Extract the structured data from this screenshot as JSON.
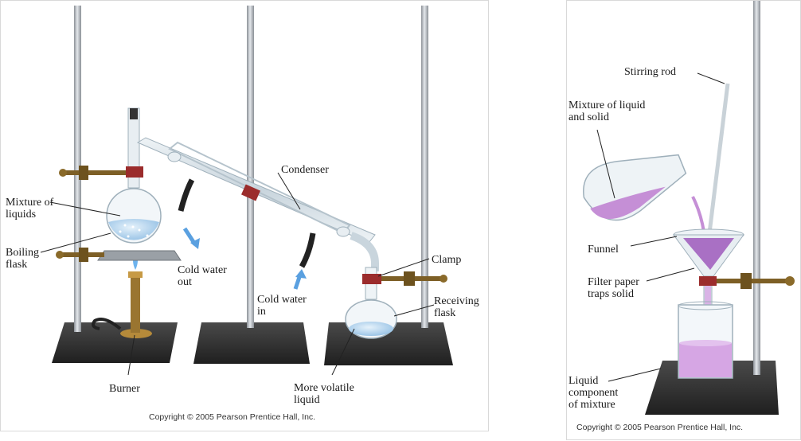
{
  "distillation": {
    "labels": {
      "mixture_of_liquids": "Mixture of\nliquids",
      "boiling_flask": "Boiling\nflask",
      "burner": "Burner",
      "cold_water_out": "Cold water\nout",
      "condenser": "Condenser",
      "cold_water_in": "Cold water\nin",
      "clamp": "Clamp",
      "receiving_flask": "Receiving\nflask",
      "more_volatile_liquid": "More volatile\nliquid"
    },
    "copyright": "Copyright ©  2005 Pearson Prentice Hall, Inc."
  },
  "filtration": {
    "labels": {
      "stirring_rod": "Stirring rod",
      "mixture_of_liquid_and_solid": "Mixture of liquid\nand solid",
      "funnel": "Funnel",
      "filter_paper": "Filter paper\ntraps solid",
      "liquid_component": "Liquid\ncomponent\nof mixture"
    },
    "copyright": "Copyright ©  2005 Pearson Prentice Hall, Inc."
  },
  "colors": {
    "stand_base": "#3a3a3a",
    "rod": "#b9bec4",
    "clamp_brass": "#8a6a2a",
    "clamp_band": "#9b2c2c",
    "glass": "#dfe8ee",
    "blue_liquid": "#a9cdea",
    "purple_liquid": "#c58fd6",
    "water_arrow": "#5aa0e0"
  }
}
